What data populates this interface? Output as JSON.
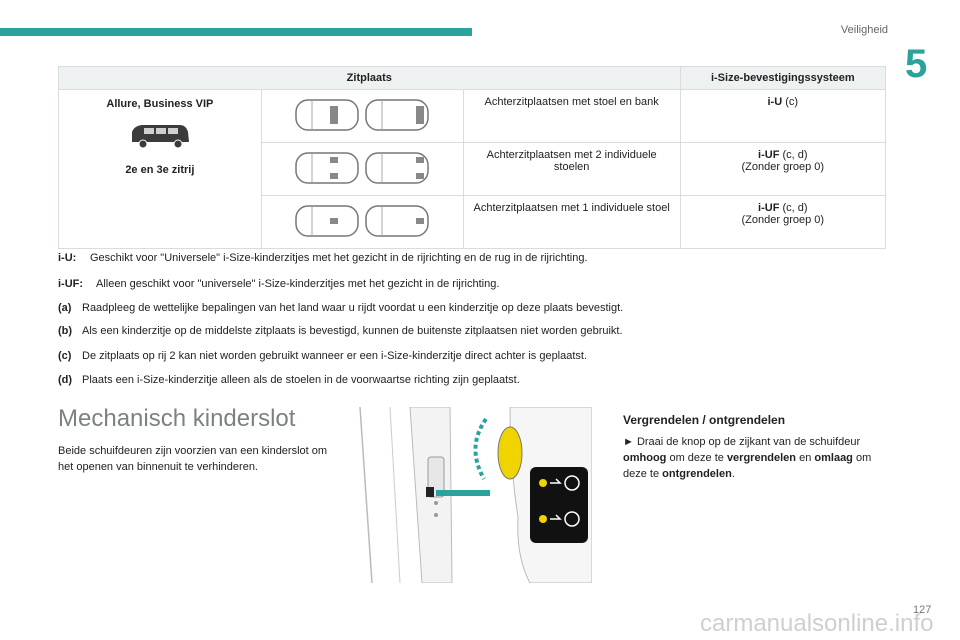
{
  "header": {
    "section": "Veiligheid",
    "chapter_number": "5",
    "accent_color": "#2aa39d"
  },
  "table": {
    "col1": "Zitplaats",
    "col2": "i-Size-bevestigingssysteem",
    "vehicle": "Allure, Business VIP",
    "vehicle_rows": "2e en 3e zitrij",
    "rows": [
      {
        "desc": "Achterzitplaatsen met stoel en bank",
        "sys_bold": "i-U",
        "sys_rest": " (c)",
        "sys_line2": ""
      },
      {
        "desc": "Achterzitplaatsen met 2 individuele stoelen",
        "sys_bold": "i-UF",
        "sys_rest": " (c, d)",
        "sys_line2": "(Zonder groep 0)"
      },
      {
        "desc": "Achterzitplaatsen met 1 individuele stoel",
        "sys_bold": "i-UF",
        "sys_rest": " (c, d)",
        "sys_line2": "(Zonder groep 0)"
      }
    ]
  },
  "notes": [
    {
      "key": "i-U:",
      "text": "Geschikt voor \"Universele\" i-Size-kinderzitjes met het gezicht in de rijrichting en de rug in de rijrichting."
    },
    {
      "key": "i-UF:",
      "text": "Alleen geschikt voor \"universele\" i-Size-kinderzitjes met het gezicht in de rijrichting."
    },
    {
      "key": "(a)",
      "text": "Raadpleeg de wettelijke bepalingen van het land waar u rijdt voordat u een kinderzitje op deze plaats bevestigt."
    },
    {
      "key": "(b)",
      "text": "Als een kinderzitje op de middelste zitplaats is bevestigd, kunnen de buitenste zitplaatsen niet worden gebruikt."
    },
    {
      "key": "(c)",
      "text": "De zitplaats op rij 2 kan niet worden gebruikt wanneer er een i-Size-kinderzitje direct achter is geplaatst."
    },
    {
      "key": "(d)",
      "text": "Plaats een i-Size-kinderzitje alleen als de stoelen in de voorwaartse richting zijn geplaatst."
    }
  ],
  "section": {
    "title": "Mechanisch kinderslot",
    "intro": "Beide schuifdeuren zijn voorzien van een kinderslot om het openen van binnenuit te verhinderen."
  },
  "right": {
    "heading": "Vergrendelen / ontgrendelen",
    "p_pre": "► Draai de knop op de zijkant van de schuifdeur ",
    "b1": "omhoog",
    "p_mid1": " om deze te ",
    "b2": "vergrendelen",
    "p_mid2": " en ",
    "b3": "omlaag",
    "p_mid3": " om deze te ",
    "b4": "ontgrendelen",
    "p_end": "."
  },
  "page_number": "127",
  "watermark": "carmanualsonline.info"
}
